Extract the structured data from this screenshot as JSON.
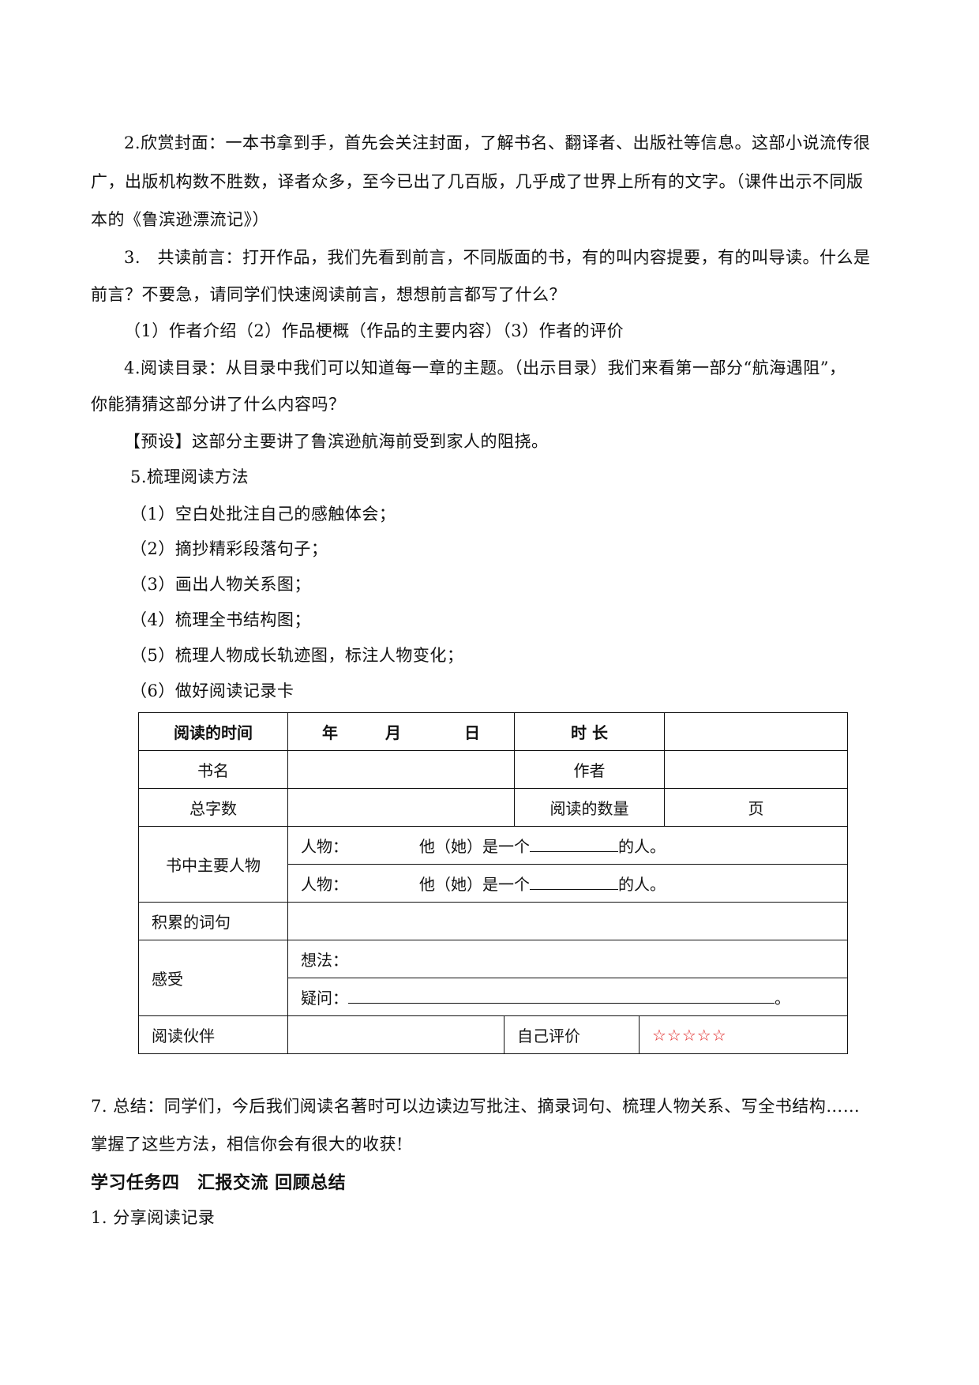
{
  "paragraphs": [
    "2.欣赏封面：一本书拿到手，首先会关注封面，了解书名、翻译者、出版社等信息。这部小说流传很",
    "广，出版机构数不胜数，译者众多，至今已出了几百版，几乎成了世界上所有的文字。（课件出示不同版",
    "本的《鲁滨逊漂流记》）",
    "3.　共读前言：打开作品，我们先看到前言，不同版面的书，有的叫内容提要，有的叫导读。什么是",
    "前言？不要急，请同学们快速阅读前言，想想前言都写了什么？",
    "（1）作者介绍（2）作品梗概（作品的主要内容）（3）作者的评价",
    "4.阅读目录：从目录中我们可以知道每一章的主题。（出示目录）我们来看第一部分“航海遇阻”，",
    "你能猜猜这部分讲了什么内容吗？",
    "【预设】这部分主要讲了鲁滨逊航海前受到家人的阻挠。",
    "5.梳理阅读方法",
    "（1）空白处批注自己的感触体会；",
    "（2）摘抄精彩段落句子；",
    "（3）画出人物关系图；",
    "（4）梳理全书结构图；",
    "（5）梳理人物成长轨迹图，标注人物变化；",
    "（6）做好阅读记录卡"
  ],
  "table": {
    "read_time_label": "阅读的时间",
    "year": "年",
    "month": "月",
    "day": "日",
    "duration_label": "时 长",
    "book_name_label": "书名",
    "author_label": "作者",
    "word_count_label": "总字数",
    "pages_read_label": "阅读的数量",
    "pages_unit": "页",
    "main_characters_label": "书中主要人物",
    "character_prefix": "人物：",
    "character_mid": "他（她）是一个",
    "character_suffix": "的人。",
    "words_label": "积累的词句",
    "feeling_label": "感受",
    "thoughts_label": "想法：",
    "questions_label": "疑问：",
    "questions_end": "。",
    "partner_label": "阅读伙伴",
    "self_eval_label": "自己评价",
    "stars": "☆☆☆☆☆"
  },
  "summary": [
    "7. 总结：同学们，今后我们阅读名著时可以边读边写批注、摘录词句、梳理人物关系、写全书结构……",
    "掌握了这些方法，相信你会有很大的收获!"
  ],
  "task_heading": "学习任务四　汇报交流 回顾总结",
  "task_item": "1. 分享阅读记录",
  "colors": {
    "stars": "#e02020"
  }
}
